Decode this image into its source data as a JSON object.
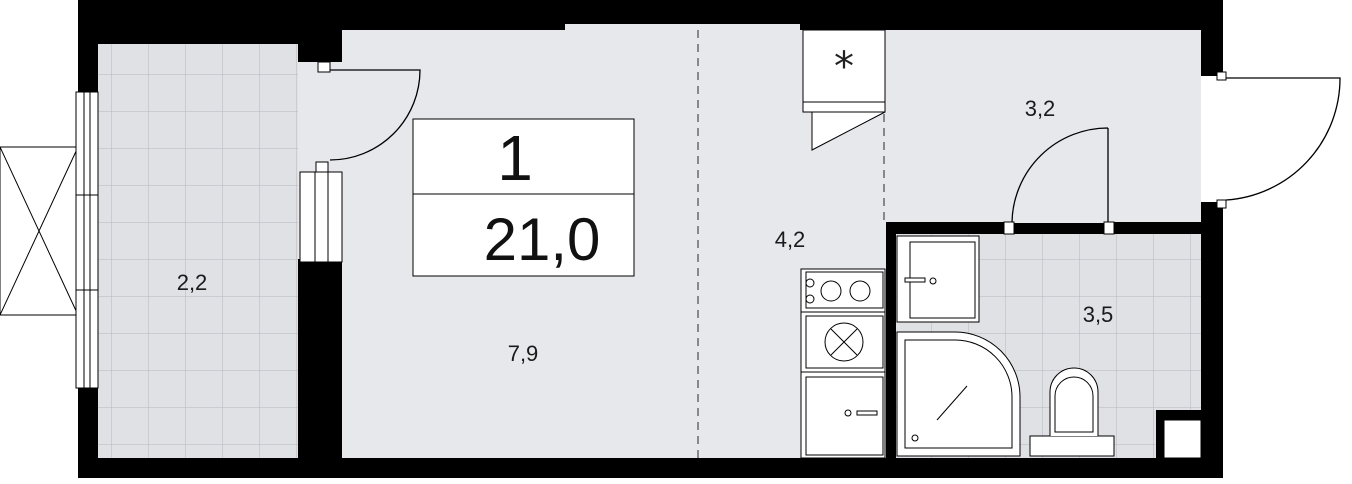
{
  "badge": {
    "rooms": "1",
    "total_area": "21,0"
  },
  "rooms": {
    "balcony": {
      "area": "2,2"
    },
    "living": {
      "area": "7,9"
    },
    "kitchen": {
      "area": "4,2"
    },
    "hallway": {
      "area": "3,2"
    },
    "bathroom": {
      "area": "3,5"
    }
  },
  "icons": {
    "ventilation": "*"
  },
  "colors": {
    "wall": "#000000",
    "floor": "#e7e8ec",
    "tile_floor": "#dfe1e5",
    "tile_line": "#b9bcc2",
    "fixture_line": "#222222"
  }
}
